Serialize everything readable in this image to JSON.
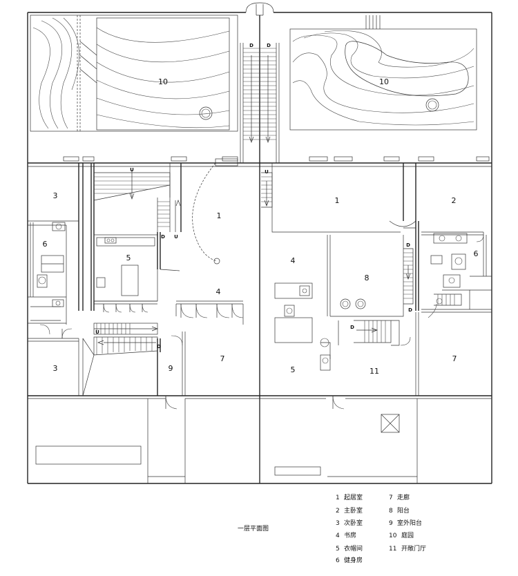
{
  "title": "一层平面图",
  "room_labels": [
    {
      "id": "lbl-10-left",
      "text": "10"
    },
    {
      "id": "lbl-10-right",
      "text": "10"
    },
    {
      "id": "lbl-3-top",
      "text": "3"
    },
    {
      "id": "lbl-1-left",
      "text": "1"
    },
    {
      "id": "lbl-1-right",
      "text": "1"
    },
    {
      "id": "lbl-2",
      "text": "2"
    },
    {
      "id": "lbl-6-left",
      "text": "6"
    },
    {
      "id": "lbl-5-left",
      "text": "5"
    },
    {
      "id": "lbl-4-right",
      "text": "4"
    },
    {
      "id": "lbl-8",
      "text": "8"
    },
    {
      "id": "lbl-6-right",
      "text": "6"
    },
    {
      "id": "lbl-4-left",
      "text": "4"
    },
    {
      "id": "lbl-7-left",
      "text": "7"
    },
    {
      "id": "lbl-9",
      "text": "9"
    },
    {
      "id": "lbl-3-bottom",
      "text": "3"
    },
    {
      "id": "lbl-5-right",
      "text": "5"
    },
    {
      "id": "lbl-11",
      "text": "11"
    },
    {
      "id": "lbl-7-right",
      "text": "7"
    }
  ],
  "stair_marks": [
    {
      "id": "stair-d-top-left",
      "text": "D"
    },
    {
      "id": "stair-d-top-right",
      "text": "D"
    },
    {
      "id": "stair-u-main-left",
      "text": "U"
    },
    {
      "id": "stair-d-mid-left",
      "text": "D"
    },
    {
      "id": "stair-u-mid-left",
      "text": "U"
    },
    {
      "id": "stair-u-center",
      "text": "U"
    },
    {
      "id": "stair-d-right",
      "text": "D"
    },
    {
      "id": "stair-d-right-lower",
      "text": "D"
    },
    {
      "id": "stair-u-lower-left",
      "text": "U"
    },
    {
      "id": "stair-d-lower-left",
      "text": "D"
    },
    {
      "id": "stair-d-courtyard",
      "text": "D"
    }
  ],
  "legend": [
    {
      "num": "1",
      "name": "起居室"
    },
    {
      "num": "2",
      "name": "主卧室"
    },
    {
      "num": "3",
      "name": "次卧室"
    },
    {
      "num": "4",
      "name": "书房"
    },
    {
      "num": "5",
      "name": "衣帽间"
    },
    {
      "num": "6",
      "name": "健身房"
    },
    {
      "num": "7",
      "name": "走廊"
    },
    {
      "num": "8",
      "name": "阳台"
    },
    {
      "num": "9",
      "name": "室外阳台"
    },
    {
      "num": "10",
      "name": "庭园"
    },
    {
      "num": "11",
      "name": "开敞门厅"
    }
  ]
}
